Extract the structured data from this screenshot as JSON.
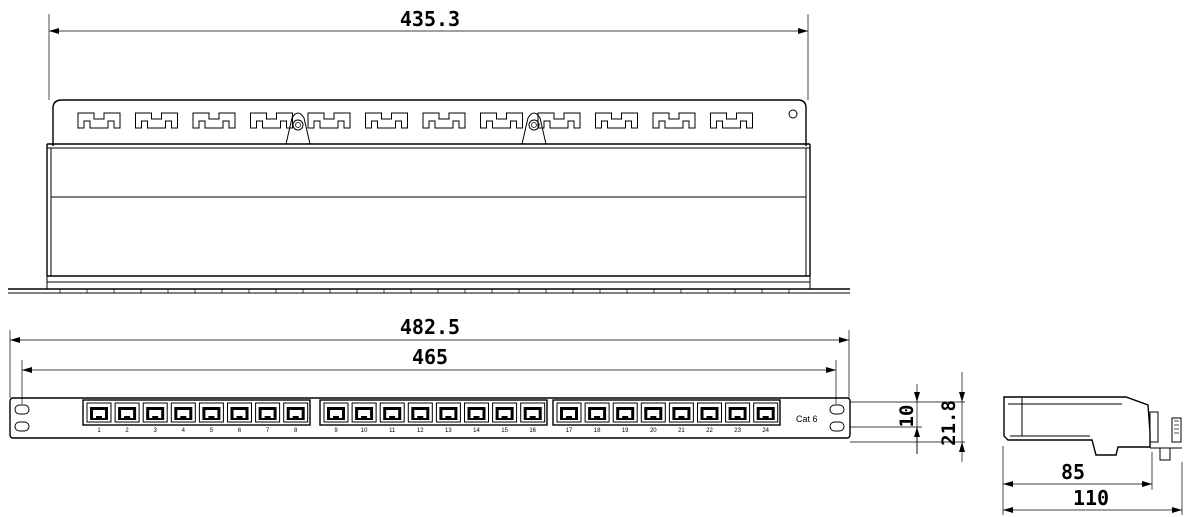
{
  "dimensions": {
    "top_width": "435.3",
    "panel_width": "482.5",
    "mount_width": "465",
    "hole_spacing": "10",
    "panel_height": "21.8",
    "side_depth_inner": "85",
    "side_depth_total": "110"
  },
  "port_labels": [
    "1",
    "2",
    "3",
    "4",
    "5",
    "6",
    "7",
    "8",
    "9",
    "10",
    "11",
    "12",
    "13",
    "14",
    "15",
    "16",
    "17",
    "18",
    "19",
    "20",
    "21",
    "22",
    "23",
    "24"
  ],
  "category_label": "Cat 6"
}
